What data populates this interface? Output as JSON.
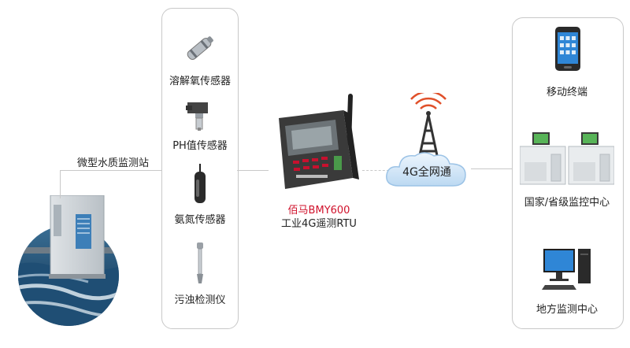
{
  "station": {
    "label": "微型水质监测站"
  },
  "sensors": [
    {
      "label": "溶解氧传感器",
      "icon": "dissolved-oxygen-sensor-icon"
    },
    {
      "label": "PH值传感器",
      "icon": "ph-sensor-icon"
    },
    {
      "label": "氨氮传感器",
      "icon": "ammonia-sensor-icon"
    },
    {
      "label": "污浊检测仪",
      "icon": "turbidity-meter-icon"
    }
  ],
  "rtu": {
    "brand": "佰马BMY600",
    "desc": "工业4G遥测RTU",
    "brand_color": "#d0112b"
  },
  "network": {
    "label": "4G全网通"
  },
  "endpoints": [
    {
      "label": "移动终端",
      "icon": "mobile-terminal-icon"
    },
    {
      "label": "国家/省级监控中心",
      "icon": "monitoring-center-icon"
    },
    {
      "label": "地方监测中心",
      "icon": "desktop-computer-icon"
    }
  ]
}
